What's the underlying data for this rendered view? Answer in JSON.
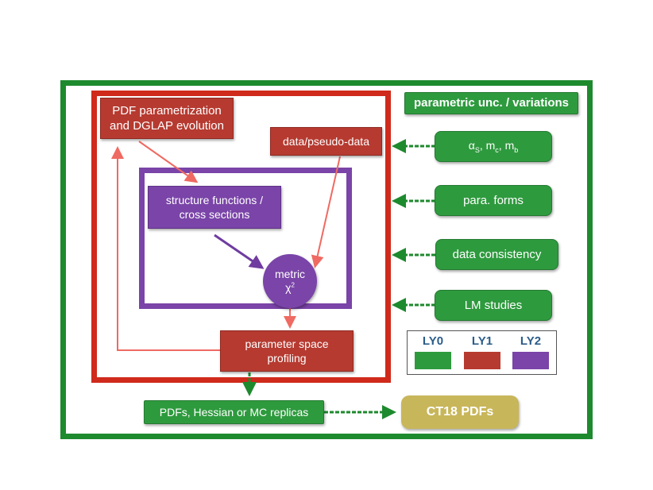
{
  "boxes": {
    "pdf_param": [
      "PDF parametrization",
      "and DGLAP evolution"
    ],
    "data_pseudo": "data/pseudo-data",
    "structure_functions": [
      "structure functions /",
      "cross sections"
    ],
    "metric": "metric",
    "chi": "χ",
    "chi_sup": "2",
    "param_space": [
      "parameter space",
      "profiling"
    ],
    "pdfs_out": "PDFs, Hessian or MC replicas",
    "ct18": "CT18 PDFs"
  },
  "right_panel": {
    "header": "parametric unc. / variations",
    "alpha": "α",
    "alpha_sub": "S",
    "m": "m",
    "mc_sub": "c",
    "mb_sub": "b",
    "comma": ", ",
    "para_forms": "para. forms",
    "data_consistency": "data consistency",
    "lm_studies": "LM studies"
  },
  "legend": {
    "ly0": "LY0",
    "ly1": "LY1",
    "ly2": "LY2"
  },
  "colors": {
    "outer_green": "#1e8a2e",
    "layer_red": "#cf2a1c",
    "layer_purple": "#7a44a8",
    "arrow_red": "#ef6a62",
    "arrow_green": "#1e8a2e",
    "arrow_purple": "#6f3ca0"
  }
}
